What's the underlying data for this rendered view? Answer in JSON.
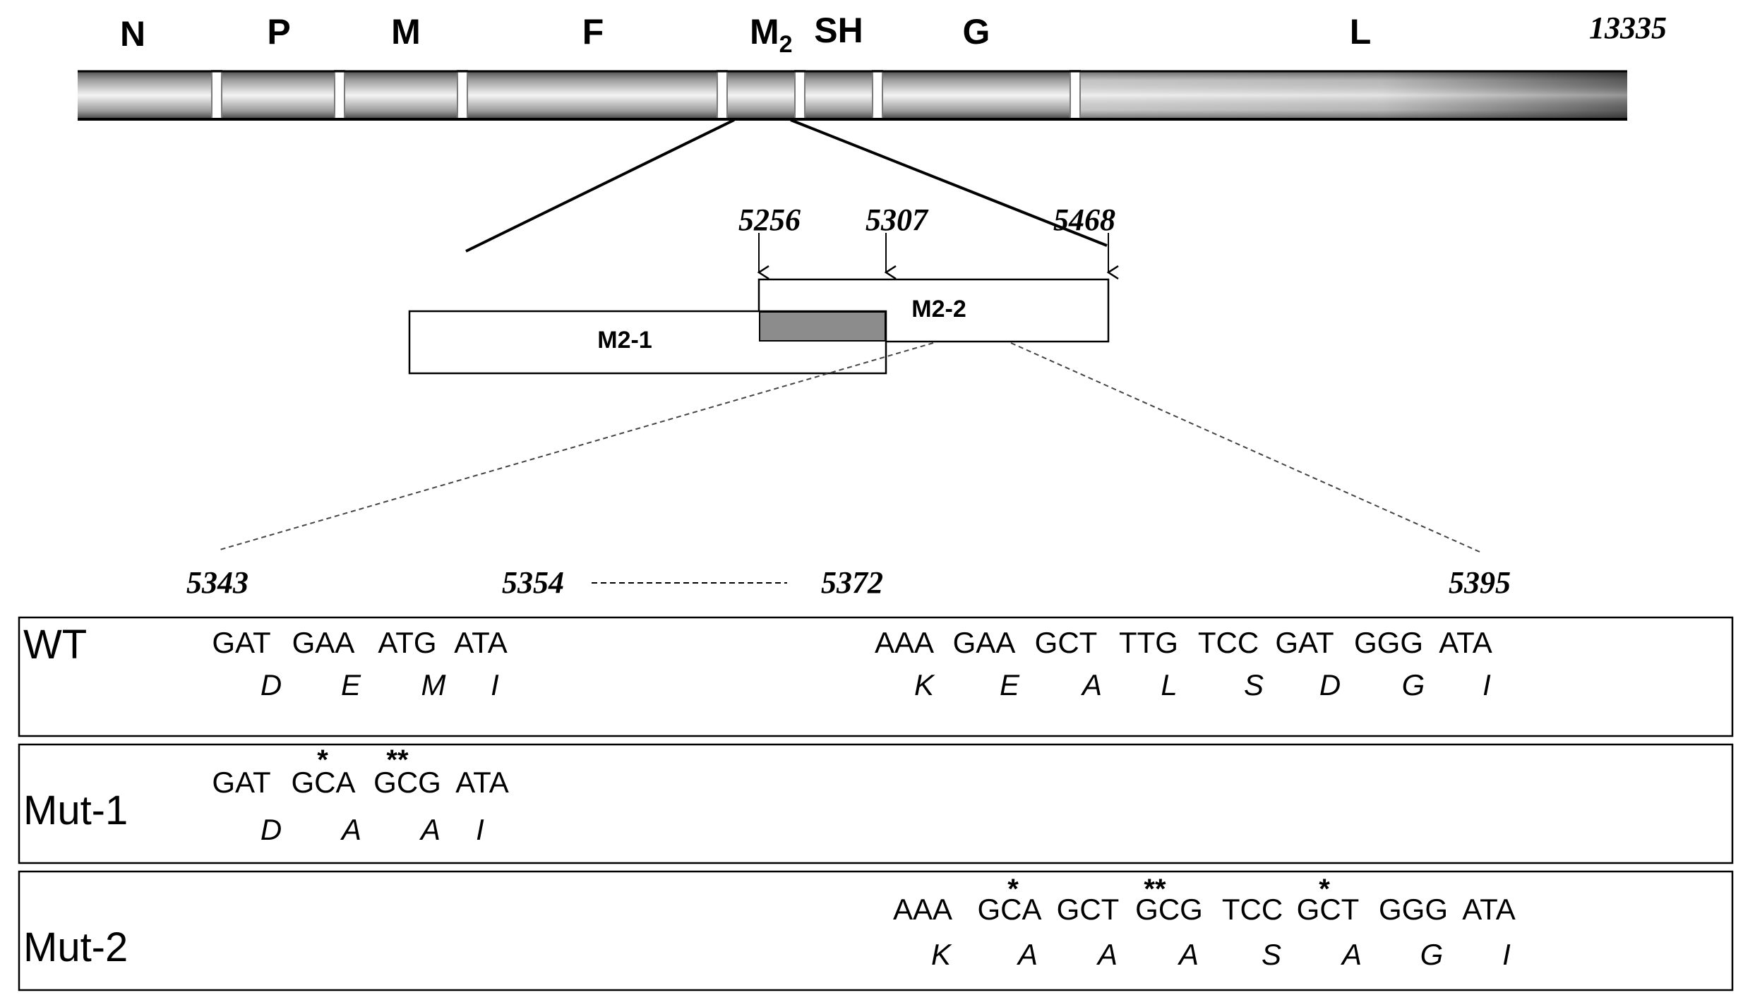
{
  "genome": {
    "genes": [
      "N",
      "P",
      "M",
      "F",
      "M",
      "SH",
      "G",
      "L"
    ],
    "m2_subscript": "2",
    "length_label": "13335"
  },
  "zoom": {
    "positions": [
      "5256",
      "5307",
      "5468"
    ],
    "m2_1_label": "M2-1",
    "m2_2_label": "M2-2"
  },
  "region": {
    "start": "5343",
    "gap_start": "5354",
    "gap_end": "5372",
    "end": "5395"
  },
  "rows": [
    {
      "label": "WT",
      "left_codons": [
        "GAT",
        "GAA",
        "ATG",
        "ATA"
      ],
      "left_aa": [
        "D",
        "E",
        "M",
        "I"
      ],
      "right_codons": [
        "AAA",
        "GAA",
        "GCT",
        "TTG",
        "TCC",
        "GAT",
        "GGG",
        "ATA"
      ],
      "right_aa": [
        "K",
        "E",
        "A",
        "L",
        "S",
        "D",
        "G",
        "I"
      ]
    },
    {
      "label": "Mut-1",
      "left_codons": [
        "GAT",
        "GCA",
        "GCG",
        "ATA"
      ],
      "left_aa": [
        "D",
        "A",
        "A",
        "I"
      ],
      "stars": [
        "*",
        "**"
      ]
    },
    {
      "label": "Mut-2",
      "right_codons": [
        "AAA",
        "GCA",
        "GCT",
        "GCG",
        "TCC",
        "GCT",
        "GGG",
        "ATA"
      ],
      "right_aa": [
        "K",
        "A",
        "A",
        "A",
        "S",
        "A",
        "G",
        "I"
      ],
      "stars": [
        "*",
        "**",
        "*"
      ]
    }
  ]
}
